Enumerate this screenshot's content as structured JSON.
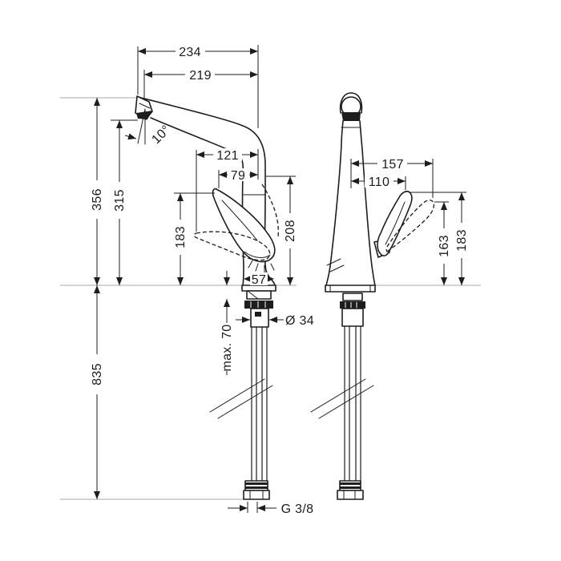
{
  "meta": {
    "type": "technical-dimension-drawing",
    "subject": "single-lever kitchen faucet, front and side elevation",
    "background": "#ffffff",
    "line_color": "#1d1d1b",
    "reference_line_color": "#a8a8a8"
  },
  "views": {
    "front": {
      "dims": {
        "overall_reach": "234",
        "spout_reach": "219",
        "spout_angle": "10°",
        "handle_tip_offset": "121",
        "handle_offset": "79",
        "overall_height": "356",
        "outlet_height": "315",
        "handle_height": "183",
        "spout_underside_height": "208",
        "base_width": "57",
        "max_mounting_thickness": "max. 70",
        "shank_diameter": "Ø 34",
        "supply_hose_length": "835",
        "connection_thread": "G 3/8"
      }
    },
    "side": {
      "dims": {
        "handle_reach_open": "157",
        "handle_reach": "110",
        "handle_height": "163",
        "handle_height_open": "183"
      }
    }
  }
}
